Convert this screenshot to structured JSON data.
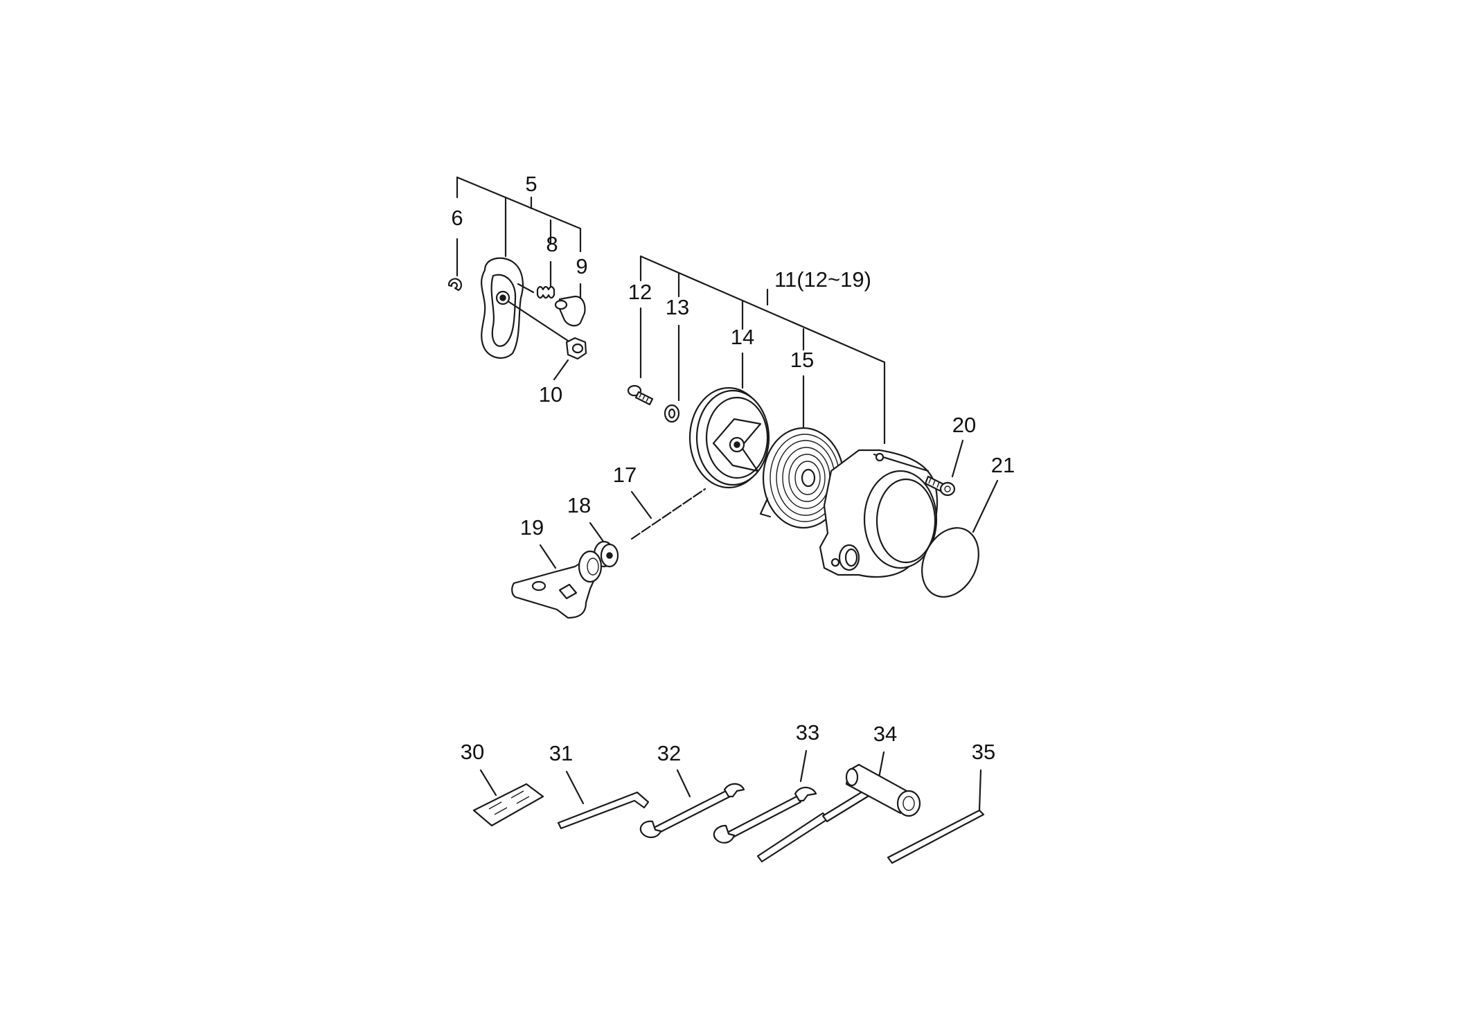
{
  "labels": {
    "l5": "5",
    "l6": "6",
    "l8": "8",
    "l9": "9",
    "l10": "10",
    "l11": "11(12~19)",
    "l12": "12",
    "l13": "13",
    "l14": "14",
    "l15": "15",
    "l17": "17",
    "l18": "18",
    "l19": "19",
    "l20": "20",
    "l21": "21",
    "l30": "30",
    "l31": "31",
    "l32": "32",
    "l33": "33",
    "l34": "34",
    "l35": "35"
  },
  "colors": {
    "line": "#1a1a1a",
    "background": "#ffffff"
  }
}
